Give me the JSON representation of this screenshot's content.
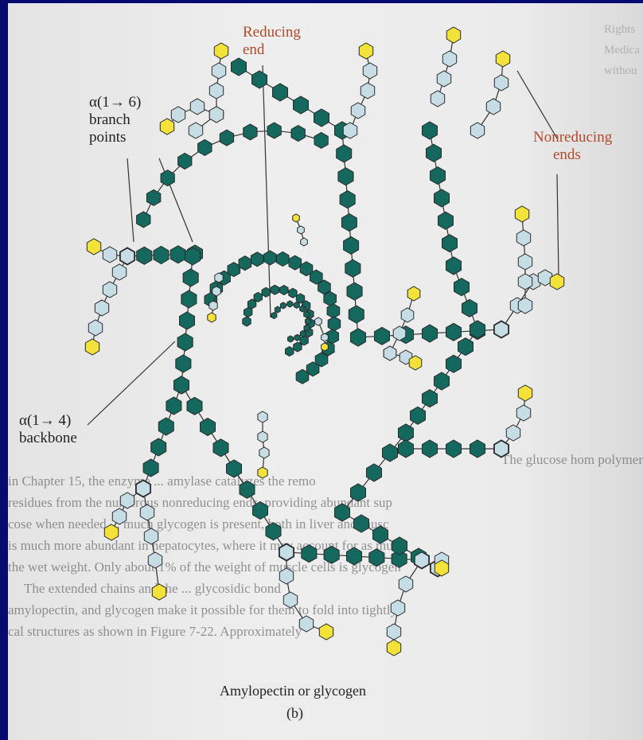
{
  "labels": {
    "reducing_end": [
      "Reducing",
      "end"
    ],
    "nonreducing_ends": [
      "Nonreducing",
      "ends"
    ],
    "branch_points": [
      "α(1→ 6)",
      "branch",
      "points"
    ],
    "backbone": [
      "α(1→ 4)",
      "backbone"
    ]
  },
  "caption": {
    "title": "Amylopectin or glycogen",
    "panel": "(b)"
  },
  "margin_text": [
    "Rights",
    "Medica",
    "withou"
  ],
  "background_text": [
    "The glucose hom polymer is ... ntly abundant ... ng up",
    "in Chapter 15, the enzyme ... amylase catalyzes the remo",
    "residues from the numerous nonreducing ends, providing abundant sup",
    "cose when needed ... much glycogen is present, both in liver and musc",
    "is much more abundant in hepatocytes, where it may account for as much",
    "the wet weight. Only about 1% of the weight of muscle cells is glycogen",
    "The extended chains and the ... glycosidic bond",
    "amylopectin, and glycogen make it possible for them to fold into tightly",
    "cal structures as shown in Figure 7-22. Approximately"
  ],
  "colors": {
    "backbone_residue": "#15685e",
    "branch_residue": "#c6dde6",
    "nonreducing_end": "#f2e23a",
    "label_red": "#b24a2a"
  }
}
